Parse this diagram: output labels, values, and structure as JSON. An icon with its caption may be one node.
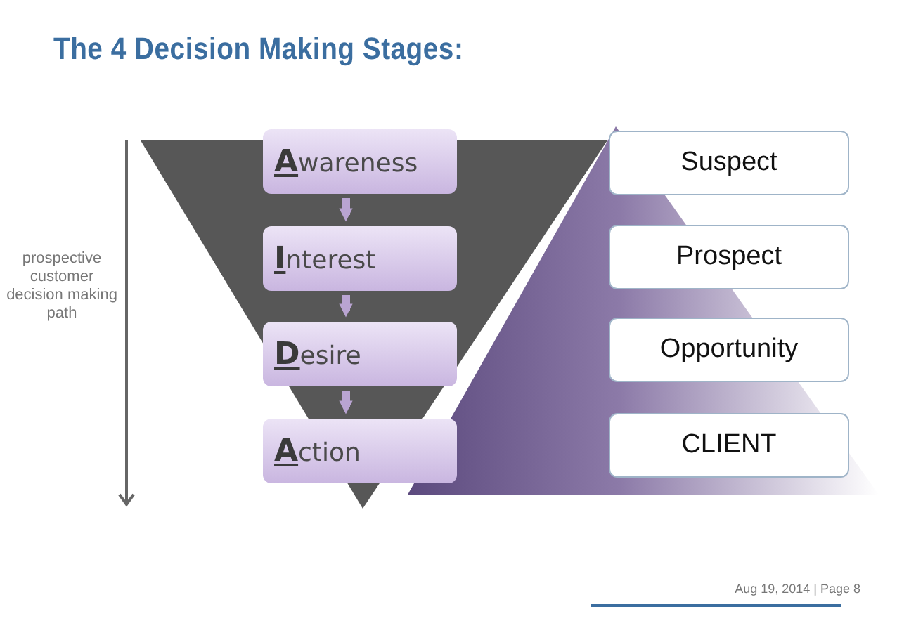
{
  "diagram": {
    "title": "The 4 Decision Making Stages:",
    "nodes": [
      {
        "text": [
          "**A**wareness"
        ]
      },
      {
        "text": [
          "**I**nterest"
        ]
      },
      {
        "text": [
          "**D**esire"
        ]
      },
      {
        "text": [
          "**A**ction"
        ]
      },
      {
        "text": [
          "Suspect"
        ]
      },
      {
        "text": [
          "Prospect"
        ]
      },
      {
        "text": [
          "Opportunity"
        ]
      },
      {
        "text": [
          "CLIENT"
        ]
      }
    ],
    "edges": [
      {
        "from": 0,
        "to": 1,
        "arrow": "to"
      },
      {
        "from": 1,
        "to": 2,
        "arrow": "to"
      },
      {
        "from": 2,
        "to": 3,
        "arrow": "to"
      }
    ],
    "labels": [
      "prospective customer decision making path",
      "Aug 19, 2014 | Page 8"
    ]
  }
}
